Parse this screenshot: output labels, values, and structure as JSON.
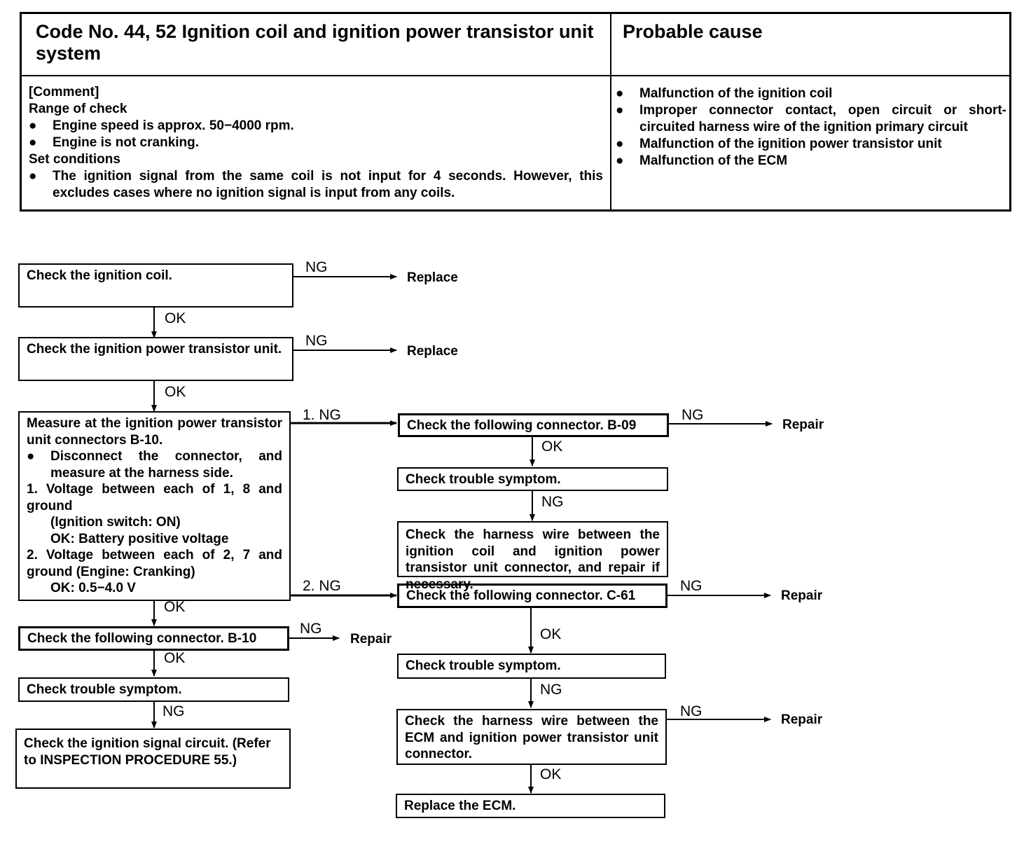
{
  "header": {
    "title": "Code No. 44, 52 Ignition coil and ignition power transistor unit system",
    "cause_title": "Probable cause",
    "comment_label": "[Comment]",
    "range_label": "Range of check",
    "range_items": [
      "Engine speed is approx. 50−4000 rpm.",
      "Engine is not cranking."
    ],
    "set_label": "Set conditions",
    "set_items": [
      "The ignition signal from the same coil is not input for 4 seconds. However, this excludes cases where no ignition signal is input from any coils."
    ],
    "causes": [
      "Malfunction of the ignition coil",
      "Improper connector contact, open circuit or short-circuited harness wire of the ignition primary circuit",
      "Malfunction of the ignition power transistor unit",
      "Malfunction of the ECM"
    ]
  },
  "flow": {
    "bullet": "●",
    "box_coil": "Check the ignition coil.",
    "box_pt": "Check the ignition power transistor unit.",
    "measure": {
      "line1": "Measure at the ignition power transistor unit connectors B-10.",
      "bullet_text": "Disconnect the connector, and measure at the harness side.",
      "item1": "1. Voltage between each of 1, 8 and ground",
      "item1_cond": "(Ignition switch: ON)",
      "item1_ok": "OK: Battery positive voltage",
      "item2": "2. Voltage between each of 2, 7 and ground (Engine: Cranking)",
      "item2_ok": "OK: 0.5−4.0 V"
    },
    "box_conn_b10": "Check the following connector. B-10",
    "box_trouble_left": "Check trouble symptom.",
    "box_signal": "Check the ignition signal circuit. (Refer to INSPECTION PROCEDURE 55.)",
    "box_conn_b09": "Check the following connector. B-09",
    "box_trouble_r1": "Check trouble symptom.",
    "box_harness1": "Check the harness wire between the ignition coil and ignition power transistor unit connector, and repair if necessary.",
    "box_conn_c61": "Check the following connector. C-61",
    "box_trouble_r2": "Check trouble symptom.",
    "box_harness2": "Check the harness wire between the ECM and ignition power transistor unit connector.",
    "box_ecm": "Replace the ECM.",
    "labels": {
      "ok": "OK",
      "ng": "NG",
      "ng1": "1. NG",
      "ng2": "2. NG",
      "replace": "Replace",
      "repair": "Repair"
    }
  }
}
